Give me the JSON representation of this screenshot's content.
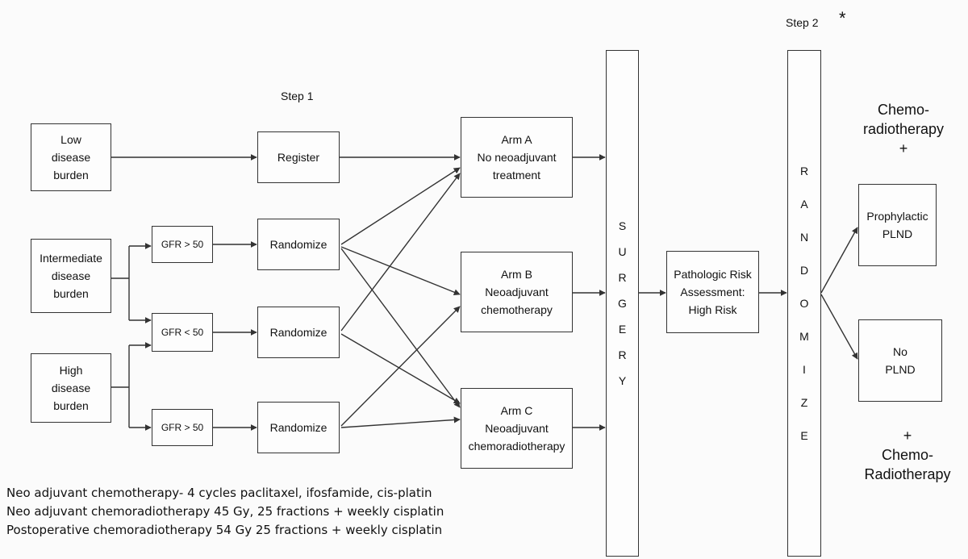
{
  "step1": "Step 1",
  "step2": "Step 2",
  "asterisk": "*",
  "low": [
    "Low",
    "disease",
    "burden"
  ],
  "intermediate": [
    "Intermediate",
    "disease",
    "burden"
  ],
  "high": [
    "High",
    "disease",
    "burden"
  ],
  "gfr_top": "GFR > 50",
  "gfr_mid": "GFR < 50",
  "gfr_bot": "GFR > 50",
  "register": "Register",
  "randomize": "Randomize",
  "arm_a": [
    "Arm A",
    "No neoadjuvant",
    "treatment"
  ],
  "arm_b": [
    "Arm B",
    "Neoadjuvant",
    "chemotherapy"
  ],
  "arm_c": [
    "Arm C",
    "Neoadjuvant",
    "chemoradiotherapy"
  ],
  "surgery": [
    "S",
    "U",
    "R",
    "G",
    "E",
    "R",
    "Y"
  ],
  "pathologic": [
    "Pathologic Risk",
    "Assessment:",
    "High Risk"
  ],
  "randomize_letters": [
    "R",
    "A",
    "N",
    "D",
    "O",
    "M",
    "I",
    "Z",
    "E"
  ],
  "chemo_top": [
    "Chemo-",
    "radiotherapy",
    "+"
  ],
  "prophylactic": [
    "Prophylactic",
    "PLND"
  ],
  "no_plnd": [
    "No",
    "PLND"
  ],
  "chemo_bottom": [
    "+",
    "Chemo-",
    "Radiotherapy"
  ],
  "notes": [
    "Neo adjuvant chemotherapy- 4 cycles paclitaxel, ifosfamide, cis-platin",
    "Neo adjuvant chemoradiotherapy 45 Gy, 25 fractions + weekly cisplatin",
    "Postoperative chemoradiotherapy 54 Gy 25 fractions + weekly cisplatin"
  ]
}
